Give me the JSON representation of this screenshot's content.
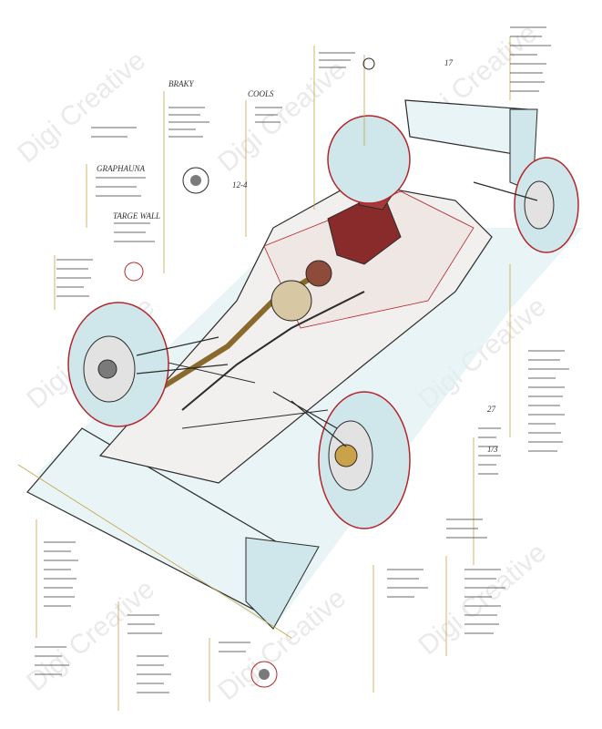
{
  "watermark": "Digi Creative",
  "callouts": [
    {
      "text": "BRAKY"
    },
    {
      "text": "COOLS"
    },
    {
      "text": "GRAPHAUNA"
    },
    {
      "text": "TARGE WALL"
    },
    {
      "text": "17"
    },
    {
      "text": "27"
    },
    {
      "text": "1/3"
    },
    {
      "text": "12-4"
    }
  ],
  "colors": {
    "ink": "#2b2b2b",
    "gold": "#c9a24a",
    "red": "#b3262b",
    "tint": "#cfe6ea"
  }
}
